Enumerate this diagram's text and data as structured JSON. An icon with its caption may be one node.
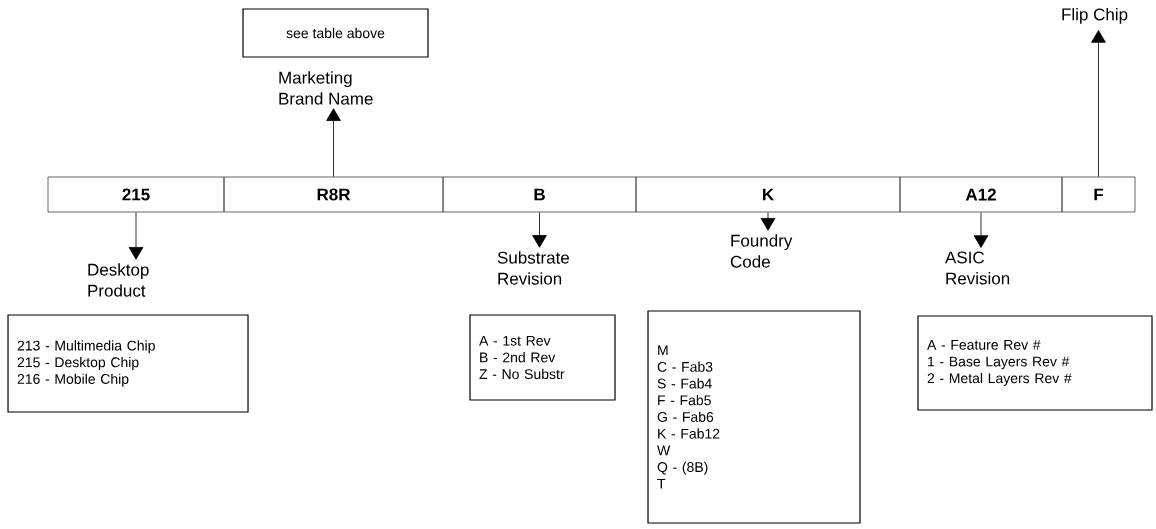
{
  "diagram": {
    "nodes": [
      {
        "text": [
          "215"
        ]
      },
      {
        "text": [
          "R8R"
        ]
      },
      {
        "text": [
          "B"
        ]
      },
      {
        "text": [
          "K"
        ]
      },
      {
        "text": [
          "A12"
        ]
      },
      {
        "text": [
          "F"
        ]
      },
      {
        "text": [
          "see table above"
        ]
      },
      {
        "text": [
          "Marketing Brand Name"
        ]
      },
      {
        "text": [
          "Desktop Product"
        ]
      },
      {
        "text": [
          "Substrate Revision"
        ]
      },
      {
        "text": [
          "Foundry Code"
        ]
      },
      {
        "text": [
          "ASIC Revision"
        ]
      },
      {
        "text": [
          "Flip Chip"
        ]
      },
      {
        "text": [
          "213 - Multimedia Chip",
          "215 - Desktop Chip",
          "216 - Mobile Chip"
        ]
      },
      {
        "text": [
          "A - 1st Rev",
          "B - 2nd Rev",
          "Z - No Substr"
        ]
      },
      {
        "text": [
          "M",
          "C - Fab3",
          "S - Fab4",
          "F - Fab5",
          "G - Fab6",
          "K - Fab12",
          "W",
          "Q - (8B)",
          "T"
        ]
      },
      {
        "text": [
          "A - Feature Rev #",
          "1 - Base Layers Rev #",
          "2 - Metal Layers Rev #"
        ]
      }
    ],
    "edges": [
      {
        "from": 1,
        "to": 7,
        "arrow": "to"
      },
      {
        "from": 0,
        "to": 8,
        "arrow": "to"
      },
      {
        "from": 2,
        "to": 9,
        "arrow": "to"
      },
      {
        "from": 3,
        "to": 10,
        "arrow": "to"
      },
      {
        "from": 4,
        "to": 11,
        "arrow": "to"
      },
      {
        "from": 5,
        "to": 12,
        "arrow": "to"
      }
    ]
  }
}
